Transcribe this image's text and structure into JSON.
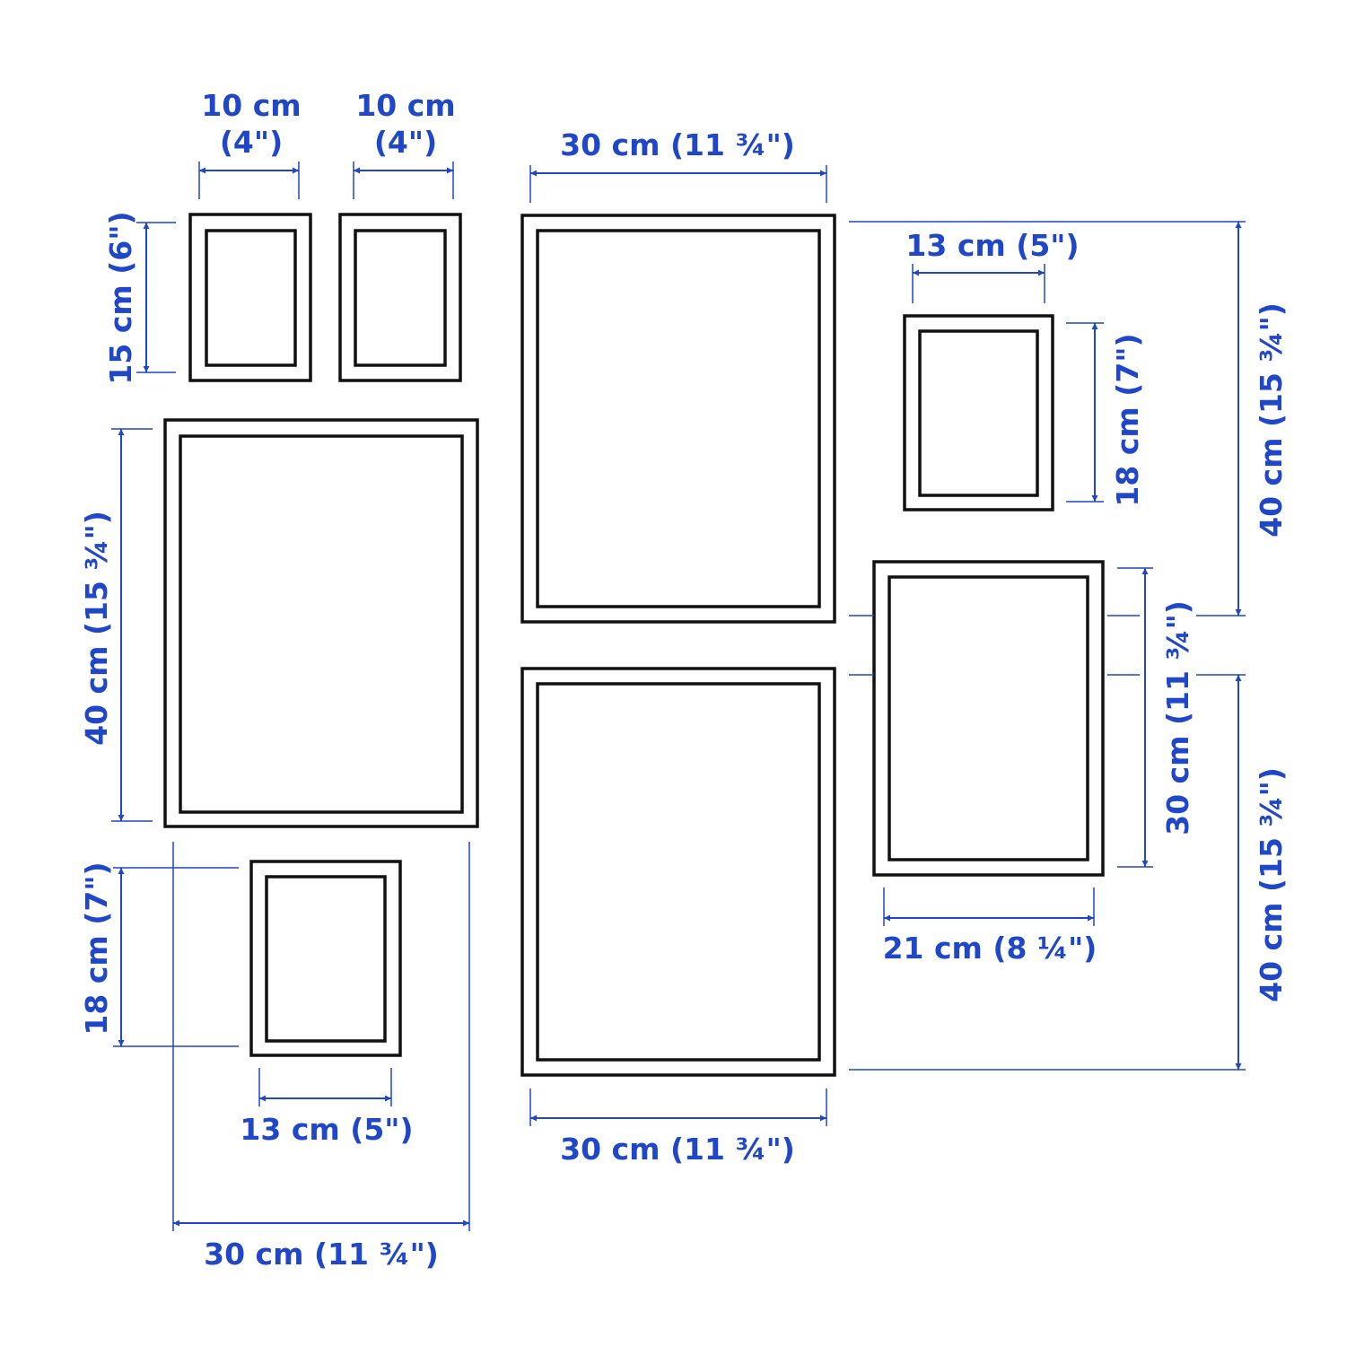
{
  "accent_color": "#1f47c8",
  "frame_color": "#111111",
  "labels": {
    "w10a_l1": "10 cm",
    "w10a_l2": "(4\")",
    "w10b_l1": "10 cm",
    "w10b_l2": "(4\")",
    "h15": "15 cm (6\")",
    "top_w30": "30 cm (11 ¾\")",
    "w13_top": "13 cm (5\")",
    "h18_right": "18 cm (7\")",
    "h40_left": "40 cm (15 ¾\")",
    "h40_right_top": "40 cm (15 ¾\")",
    "h30_right": "30 cm (11 ¾\")",
    "w21": "21 cm (8 ¼\")",
    "h40_right_bottom": "40 cm (15 ¾\")",
    "h18_left": "18 cm (7\")",
    "w13_bottom": "13 cm (5\")",
    "bottom_w30_center": "30 cm (11 ¾\")",
    "bottom_w30_left": "30 cm (11 ¾\")"
  }
}
